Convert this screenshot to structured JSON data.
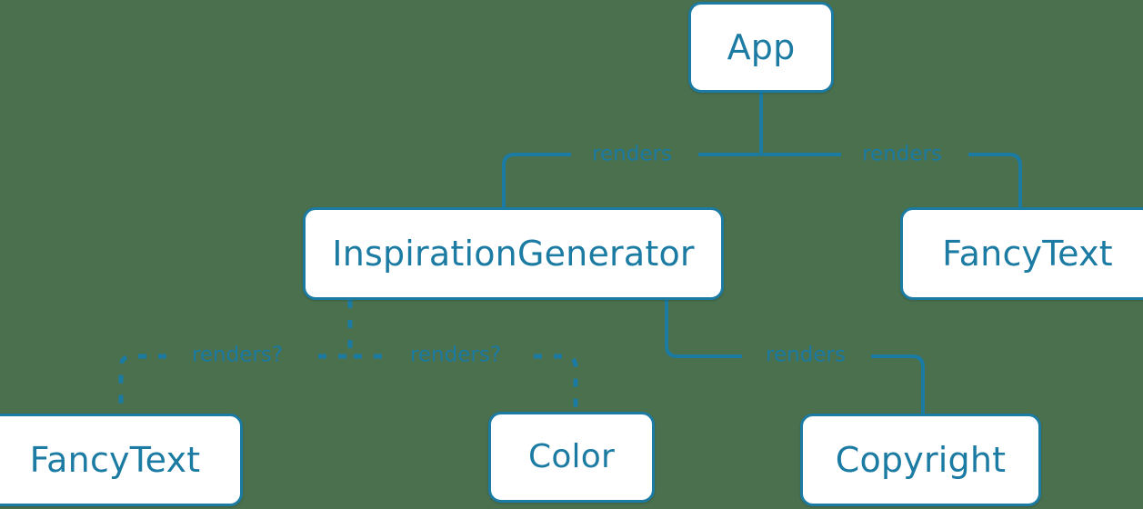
{
  "diagram": {
    "type": "component-tree",
    "background_color": "#4a704e",
    "accent_color": "#1b7ba3",
    "node_fill_color": "#ffffff",
    "nodes": [
      {
        "id": "app",
        "label": "App"
      },
      {
        "id": "inspgen",
        "label": "InspirationGenerator"
      },
      {
        "id": "fancy_r",
        "label": "FancyText"
      },
      {
        "id": "fancy_b",
        "label": "FancyText"
      },
      {
        "id": "color",
        "label": "Color"
      },
      {
        "id": "copyright",
        "label": "Copyright"
      }
    ],
    "edges": [
      {
        "from": "app",
        "to": "inspgen",
        "label": "renders",
        "style": "solid"
      },
      {
        "from": "app",
        "to": "fancy_r",
        "label": "renders",
        "style": "solid"
      },
      {
        "from": "inspgen",
        "to": "fancy_b",
        "label": "renders?",
        "style": "dashed"
      },
      {
        "from": "inspgen",
        "to": "color",
        "label": "renders?",
        "style": "dashed"
      },
      {
        "from": "inspgen",
        "to": "copyright",
        "label": "renders",
        "style": "solid"
      }
    ],
    "edge_labels": {
      "app_to_inspgen": "renders",
      "app_to_fancytext": "renders",
      "inspgen_to_fancytext": "renders?",
      "inspgen_to_color": "renders?",
      "inspgen_to_copyright": "renders"
    }
  }
}
